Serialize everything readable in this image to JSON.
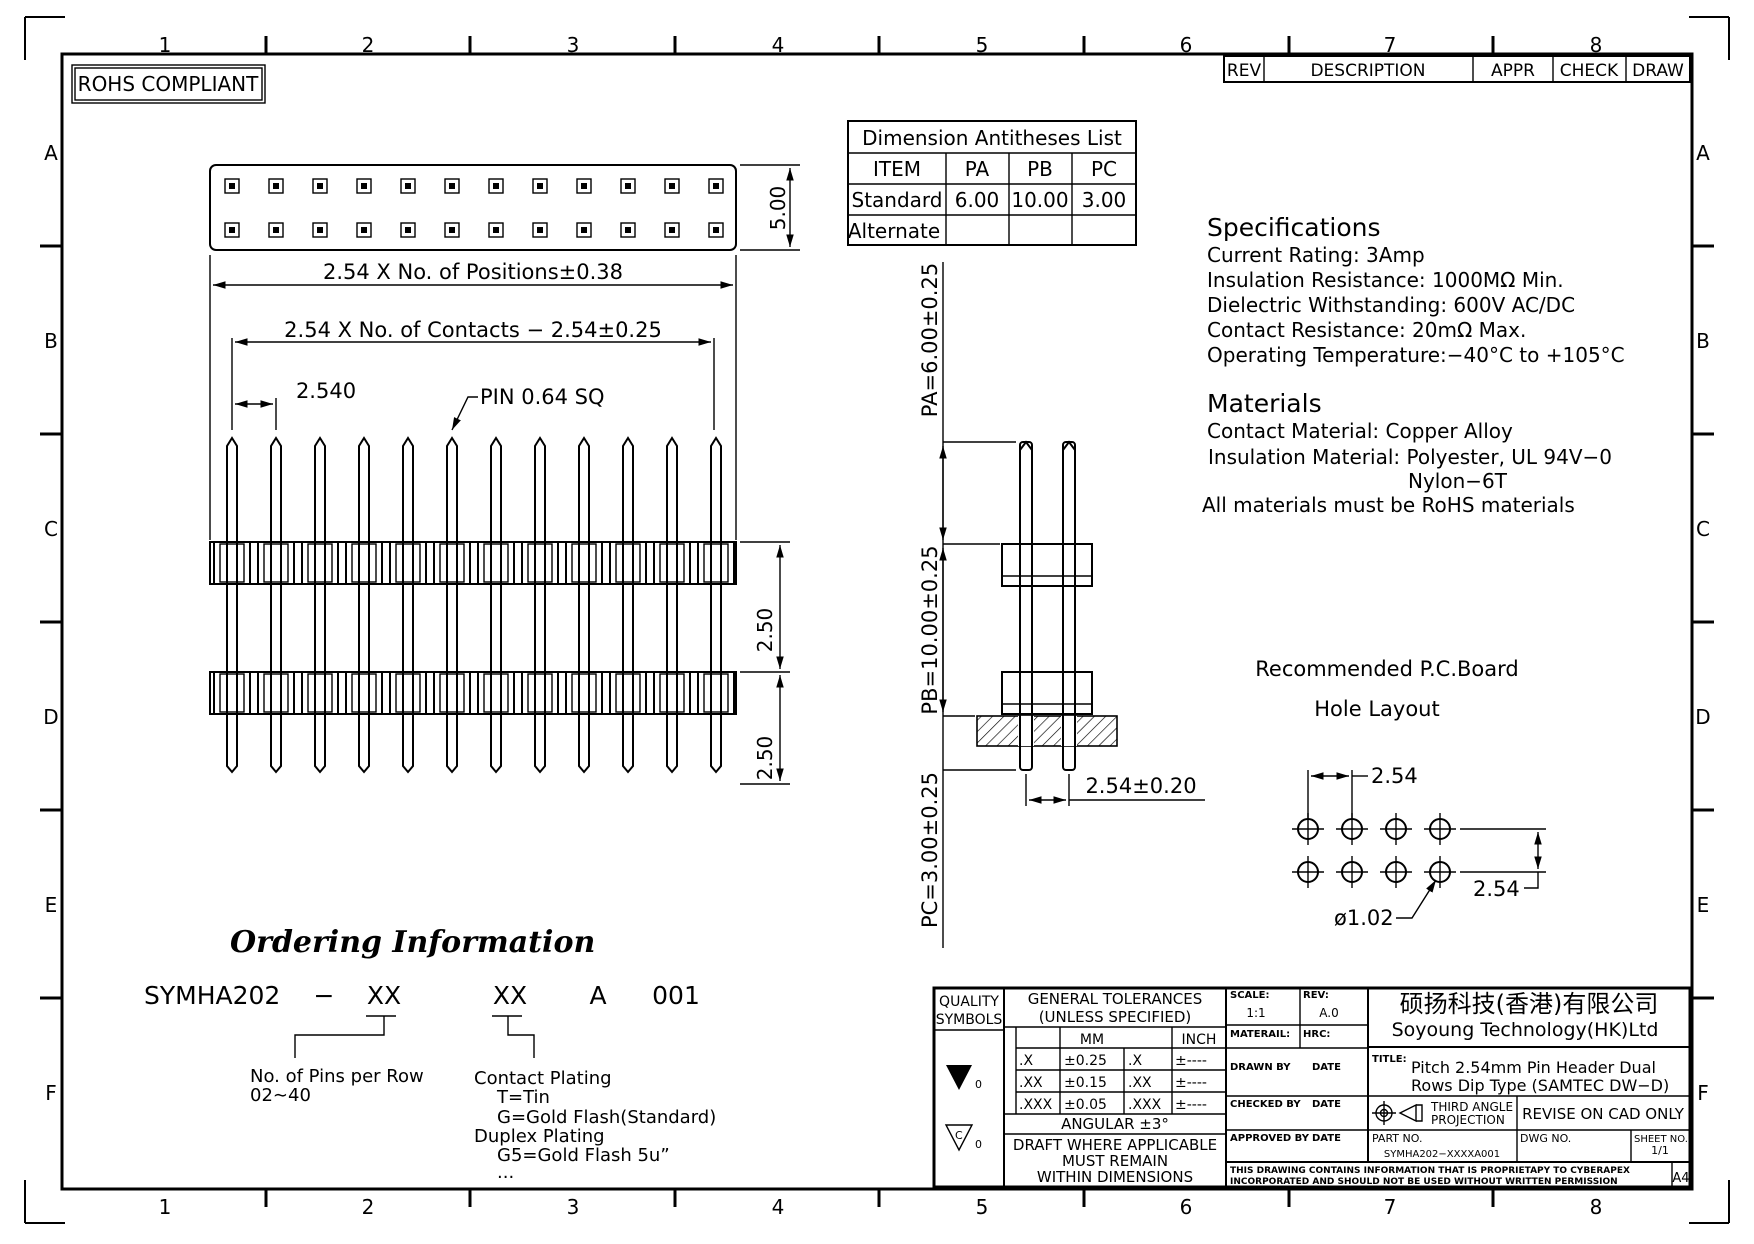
{
  "frame": {
    "col_numbers": [
      "1",
      "2",
      "3",
      "4",
      "5",
      "6",
      "7",
      "8"
    ],
    "row_letters": [
      "A",
      "B",
      "C",
      "D",
      "E",
      "F"
    ]
  },
  "rohs_label": "ROHS COMPLIANT",
  "revision_block": {
    "rev": "REV",
    "description": "DESCRIPTION",
    "appr": "APPR",
    "check": "CHECK",
    "draw": "DRAW"
  },
  "dimension_table": {
    "title": "Dimension Antitheses List",
    "headers": [
      "ITEM",
      "PA",
      "PB",
      "PC"
    ],
    "rows": [
      [
        "Standard",
        "6.00",
        "10.00",
        "3.00"
      ],
      [
        "Alternate",
        "",
        "",
        ""
      ]
    ]
  },
  "specifications": {
    "heading": "Specifications",
    "lines": [
      "Current Rating:   3Amp",
      "Insulation Resistance: 1000MΩ Min.",
      "Dielectric Withstanding:   600V AC/DC",
      "Contact Resistance:   20mΩ Max.",
      "Operating Temperature:−40°C to +105°C"
    ]
  },
  "materials": {
    "heading": "Materials",
    "lines": [
      "Contact Material: Copper Alloy",
      "Insulation Material: Polyester, UL 94V−0",
      "Nylon−6T",
      "All materials must be RoHS materials"
    ]
  },
  "front_view": {
    "pin_count": 12,
    "dim_height": "5.00",
    "dim_overall": "2.54 X No. of Positions±0.38",
    "dim_contacts": "2.54 X No. of Contacts − 2.54±0.25",
    "dim_pitch": "2.540",
    "pin_note": "PIN 0.64 SQ",
    "dim_body1": "2.50",
    "dim_body2": "2.50"
  },
  "side_view": {
    "pa": "PA=6.00±0.25",
    "pb": "PB=10.00±0.25",
    "pc": "PC=3.00±0.25",
    "pitch": "2.54±0.20"
  },
  "pcb_layout": {
    "title_line1": "Recommended P.C.Board",
    "title_line2": "Hole Layout",
    "pitch_x": "2.54",
    "pitch_y": "2.54",
    "hole": "ø1.02"
  },
  "ordering": {
    "title": "Ordering Information",
    "part_base": "SYMHA202",
    "dash": "−",
    "code1": "XX",
    "code2": "XX",
    "code3": "A",
    "code4": "001",
    "pins_label": "No. of Pins per Row",
    "pins_range": "02∼40",
    "plating_label": "Contact Plating",
    "plating_tin": "T=Tin",
    "plating_gold": "G=Gold Flash(Standard)",
    "duplex_label": "Duplex Plating",
    "duplex_g5": "G5=Gold Flash 5u”",
    "ellipsis": "..."
  },
  "title_block": {
    "quality": "QUALITY",
    "symbols": "SYMBOLS",
    "sym1_sub": "0",
    "sym2_sub": "0",
    "tol_title": "GENERAL TOLERANCES",
    "tol_sub": "(UNLESS SPECIFIED)",
    "mm": "MM",
    "inch": "INCH",
    "tol_rows": [
      [
        ".X",
        "±0.25",
        ".X",
        "±----"
      ],
      [
        ".XX",
        "±0.15",
        ".XX",
        "±----"
      ],
      [
        ".XXX",
        "±0.05",
        ".XXX",
        "±----"
      ]
    ],
    "angular": "ANGULAR ±3°",
    "draft1": "DRAFT WHERE APPLICABLE",
    "draft2": "MUST REMAIN",
    "draft3": "WITHIN DIMENSIONS",
    "scale_label": "SCALE:",
    "scale_value": "1:1",
    "rev_label": "REV:",
    "rev_value": "A.0",
    "material_label": "MATERAIL:",
    "hrc_label": "HRC:",
    "drawn_by": "DRAWN BY",
    "checked_by": "CHECKED BY",
    "approved_by": "APPROVED BY",
    "date": "DATE",
    "company_cn": "硕扬科技(香港)有限公司",
    "company_en": "Soyoung Technology(HK)Ltd",
    "title_label": "TITLE:",
    "title_line1": "Pitch 2.54mm Pin Header Dual",
    "title_line2": "Rows Dip Type (SAMTEC DW−D)",
    "third_angle1": "THIRD ANGLE",
    "third_angle2": "PROJECTION",
    "revise": "REVISE ON CAD ONLY",
    "part_no_label": "PART NO.",
    "part_no": "SYMHA202−XXXXA001",
    "dwg_no": "DWG NO.",
    "sheet_label": "SHEET NO.",
    "sheet_value": "1/1",
    "notice1": "THIS DRAWING CONTAINS INFORMATION THAT IS PROPRIETAPY TO CYBERAPEX",
    "notice2": "INCORPORATED AND SHOULD NOT BE USED WITHOUT WRITTEN PERMISSION",
    "size": "A4"
  }
}
